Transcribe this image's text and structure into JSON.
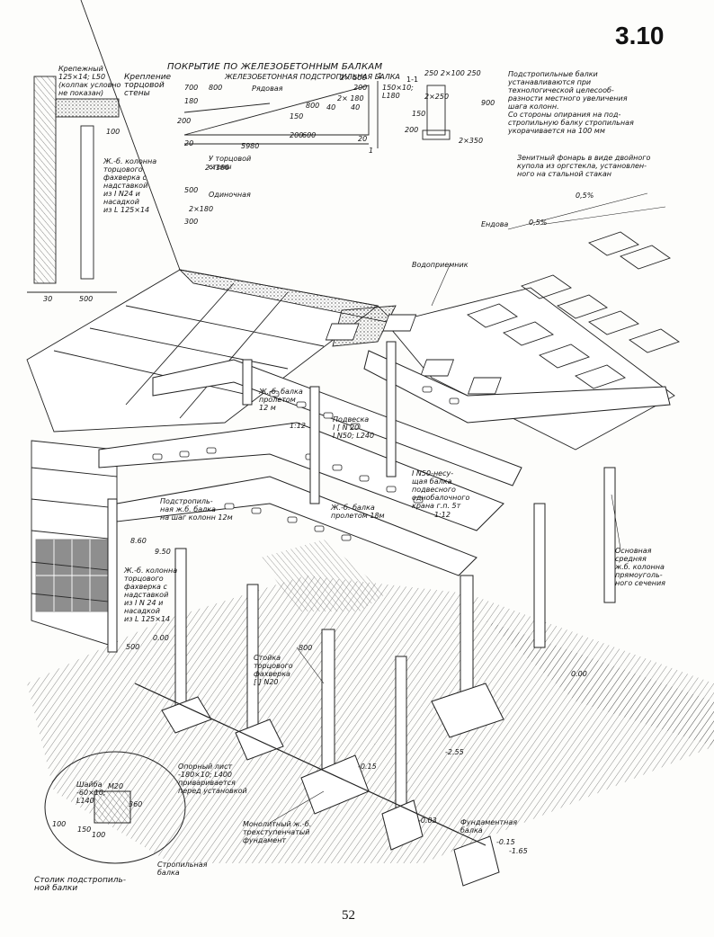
{
  "page": {
    "section_number": "3.10",
    "page_number": "52",
    "title": "ПОКРЫТИЕ ПО ЖЕЛЕЗОБЕТОННЫМ БАЛКАМ"
  },
  "detail_top_left": {
    "mount_label": "Крепежный\n125×14; L50\n(колпак условно\nне показан)",
    "column_label": "Ж.-б. колонна\nторцового\nфахверка с\nнадставкой\nиз I N24 и\nнасадкой\nиз L 125×14",
    "dim_100": "100",
    "dim_30": "30",
    "dim_500": "500"
  },
  "end_wall_fixing": {
    "label": "Крепление\nторцовой\nстены",
    "dim_700": "700",
    "dim_800": "800",
    "dim_180": "180",
    "dim_200": "200",
    "dim_20": "20",
    "end_wall_label": "У торцовой\nстены",
    "dim_2x180": "2×180",
    "dim_500": "500",
    "single_label": "Одиночная",
    "dim_2x180b": "2×180",
    "dim_300": "300"
  },
  "beam_section": {
    "subtitle": "ЖЕЛЕЗОБЕТОННАЯ ПОДСТРОПИЛЬНАЯ БАЛКА",
    "row_label": "Рядовая",
    "dim_2x500": "2× 500",
    "dim_1": "1",
    "dim_200": "200",
    "dim_150x10": "150×10;",
    "dim_l180": "L180",
    "dim_2x180": "2× 180",
    "dim_40a": "40",
    "dim_40b": "40",
    "dim_800": "800",
    "dim_150": "150",
    "dim_200b": "200",
    "dim_600": "600",
    "dim_5980": "5980",
    "dim_20": "20",
    "section_mark": "1-1",
    "dim_250_2x100_250": "250 2×100 250",
    "dim_2x250": "2×250",
    "dim_200c": "200",
    "dim_150c": "150",
    "dim_900": "900",
    "dim_2x350": "2×350",
    "mark_1": "1"
  },
  "notes": {
    "subbeams_note": "Подстропильные балки\nустанавливаются при\nтехнологической целесооб-\nразности местного увеличения\nшага колонн.\nСо стороны опирания на под-\nстропильную балку стропильная\nукорачивается на 100 мм",
    "skylight_note": "Зенитный фонарь в виде двойного\nкупола из оргстекла, установлен-\nного на стальной стакан"
  },
  "perspective": {
    "valley": "Ендова",
    "slope_a": "0,5%",
    "slope_b": "0,5%",
    "roof_drain": "Водоприемник",
    "beam_12m": "Ж.-б. балка\nпролетом\n12 м",
    "hanger": "Подвеска\nI [ N 20\nI N50; L240",
    "slope_112a": "1:12",
    "crane_beam": "I N50-несу-\nщая балка\nподвесного\nоднобалочного\nкрана г.п. 5т",
    "subbeam_12m": "Подстропиль-\nная ж.б. балка\nна шаг колонн 12м",
    "beam_18m": "Ж.-б. балка\nпролетом 18м",
    "slope_112b": "1:12",
    "lvl_860": "8.60",
    "lvl_950": "9.50",
    "end_column": "Ж.-б. колонна\nторцового\nфахверка с\nнадставкой\nиз I N 24 и\nнасадкой\nиз L 125×14",
    "main_column": "Основная\nсредняя\nж.б. колонна\nпрямоуголь-\nного сечения",
    "lvl_500": "500",
    "lvl_000a": "0.00",
    "dim_800": "800",
    "post": "Стойка\nторцового\nфахверка\n[ ] N20",
    "lvl_000b": "0.00",
    "lvl_255": "-2.55",
    "lvl_015": "-0.15",
    "bearing_plate": "Опорный лист\n-180×10; L400\nприваривается\nперед установкой",
    "washer": "Шайба\n-60×10;\nL140",
    "bolt": "M20",
    "dim_360": "360",
    "dim_100": "100",
    "dim_150": "150",
    "dim_100b": "100",
    "truss_beam": "Стропильная\nбалка",
    "bracket": "Столик подстропиль-\nной балки",
    "monolithic": "Монолитный ж.-б.\nтрехступенчатый\nфундамент",
    "lvl_003": "-0.03",
    "found_beam": "Фундаментная\nбалка",
    "lvl_015b": "-0.15",
    "lvl_165": "-1.65"
  }
}
